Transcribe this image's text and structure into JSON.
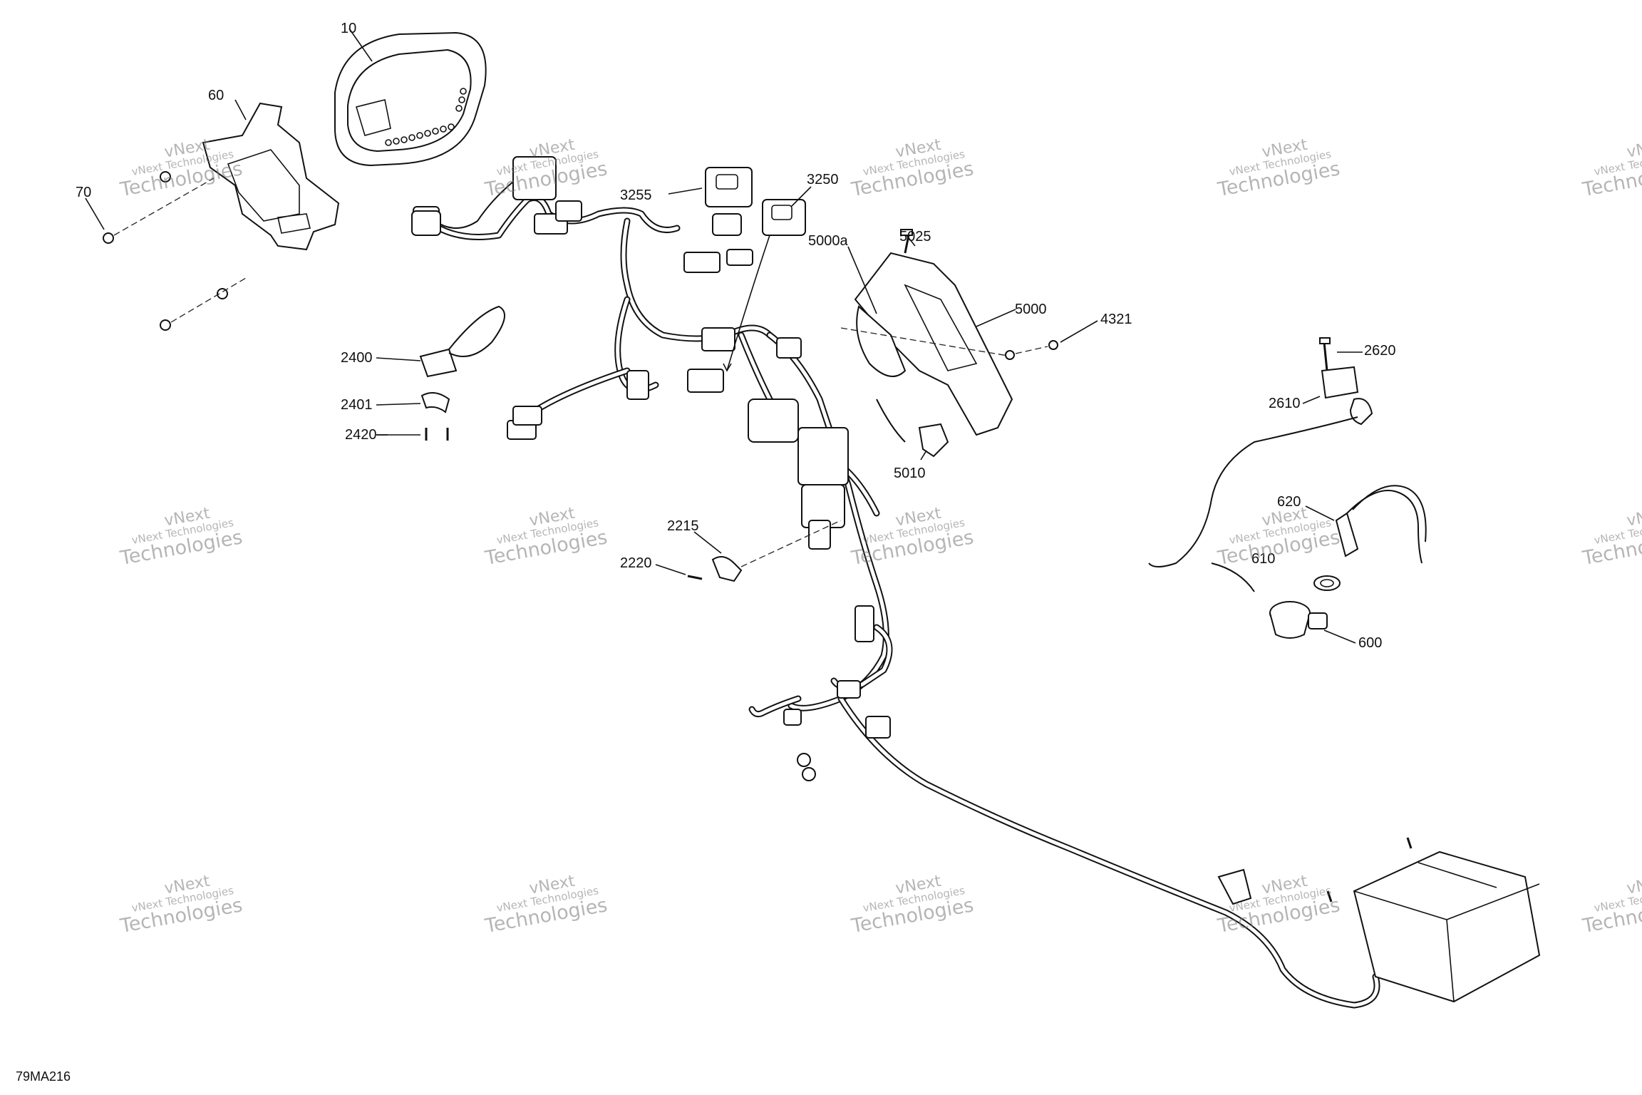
{
  "diagram_ref": "79MA216",
  "watermark": {
    "line1": "vNext",
    "line2": "vNext Technologies",
    "line3": "Technologies"
  },
  "callouts": [
    {
      "id": "c10",
      "text": "10"
    },
    {
      "id": "c60",
      "text": "60"
    },
    {
      "id": "c70",
      "text": "70"
    },
    {
      "id": "c3255",
      "text": "3255"
    },
    {
      "id": "c3250",
      "text": "3250"
    },
    {
      "id": "c5025",
      "text": "5025"
    },
    {
      "id": "c5000a",
      "text": "5000a"
    },
    {
      "id": "c5000",
      "text": "5000"
    },
    {
      "id": "c4321",
      "text": "4321"
    },
    {
      "id": "c2400",
      "text": "2400"
    },
    {
      "id": "c2401",
      "text": "2401"
    },
    {
      "id": "c2420",
      "text": "2420"
    },
    {
      "id": "c5010",
      "text": "5010"
    },
    {
      "id": "c2215",
      "text": "2215"
    },
    {
      "id": "c2220",
      "text": "2220"
    },
    {
      "id": "c2620",
      "text": "2620"
    },
    {
      "id": "c2610",
      "text": "2610"
    },
    {
      "id": "c620",
      "text": "620"
    },
    {
      "id": "c610",
      "text": "610"
    },
    {
      "id": "c600",
      "text": "600"
    }
  ]
}
